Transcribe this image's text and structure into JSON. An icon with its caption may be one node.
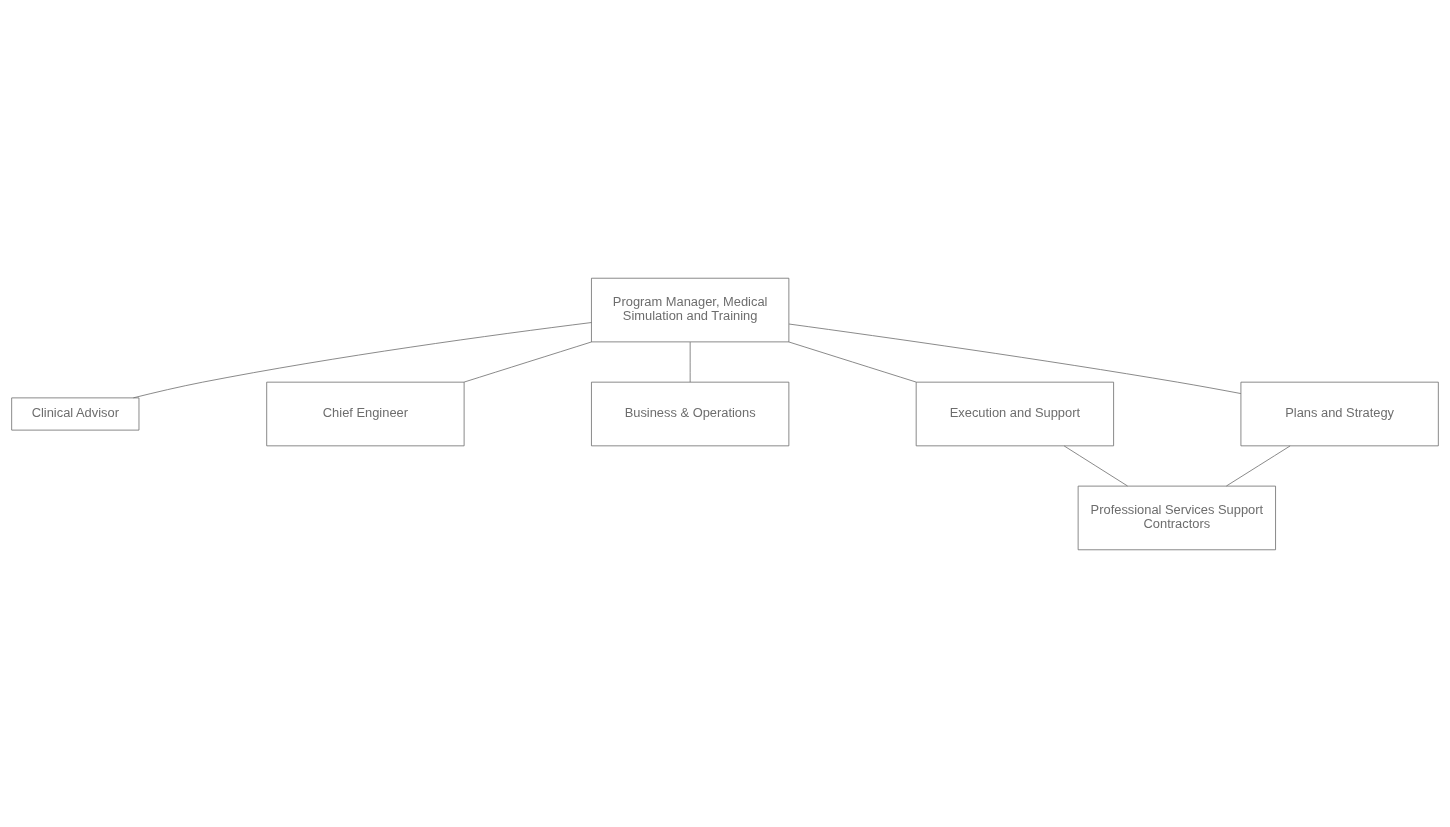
{
  "diagram": {
    "nodes": [
      {
        "text": [
          "Program Manager, Medical Simulation and Training"
        ]
      },
      {
        "text": [
          "Clinical Advisor"
        ]
      },
      {
        "text": [
          "Chief Engineer"
        ]
      },
      {
        "text": [
          "Business & Operations"
        ]
      },
      {
        "text": [
          "Execution and Support"
        ]
      },
      {
        "text": [
          "Plans and Strategy"
        ]
      },
      {
        "text": [
          "Professional Services Support Contractors"
        ]
      }
    ],
    "edges": [
      {
        "from": 0,
        "to": 1,
        "arrow": "none"
      },
      {
        "from": 0,
        "to": 2,
        "arrow": "none"
      },
      {
        "from": 0,
        "to": 3,
        "arrow": "none"
      },
      {
        "from": 0,
        "to": 4,
        "arrow": "none"
      },
      {
        "from": 0,
        "to": 5,
        "arrow": "none"
      },
      {
        "from": 4,
        "to": 6,
        "arrow": "none"
      },
      {
        "from": 5,
        "to": 6,
        "arrow": "none"
      }
    ]
  }
}
